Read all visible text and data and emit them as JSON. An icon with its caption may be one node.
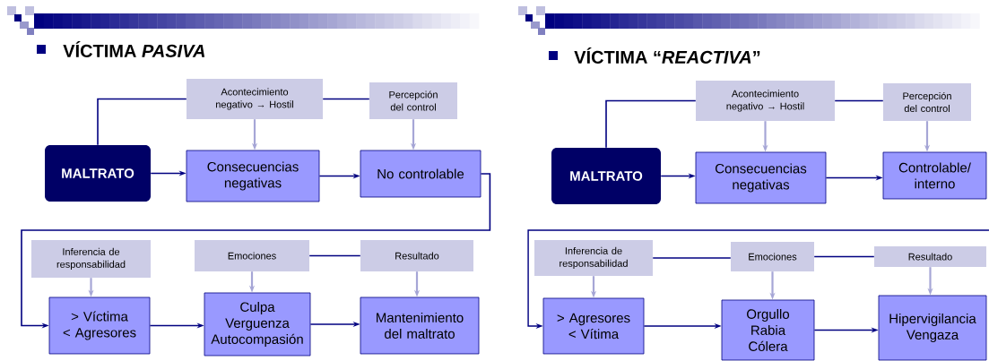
{
  "diagram": {
    "nodes": [
      {
        "text": [
          "MALTRATO"
        ]
      },
      {
        "text": [
          "Acontecimiento negativo → Hostil"
        ]
      },
      {
        "text": [
          "Percepción del control"
        ]
      },
      {
        "text": [
          "Consecuencias negativas"
        ]
      },
      {
        "text": [
          "No controlable"
        ]
      },
      {
        "text": [
          "Inferencia de responsabilidad"
        ]
      },
      {
        "text": [
          "Emociones"
        ]
      },
      {
        "text": [
          "Resultado"
        ]
      },
      {
        "text": [
          "> Víctima < Agresores"
        ]
      },
      {
        "text": [
          "Culpa Verguenza Autocompasión"
        ]
      },
      {
        "text": [
          "Mantenimiento del maltrato"
        ]
      },
      {
        "text": [
          "MALTRATO"
        ]
      },
      {
        "text": [
          "Acontecimiento negativo → Hostil"
        ]
      },
      {
        "text": [
          "Percepción del control"
        ]
      },
      {
        "text": [
          "Consecuencias negativas"
        ]
      },
      {
        "text": [
          "Controlable/ interno"
        ]
      },
      {
        "text": [
          "Inferencia de responsabilidad"
        ]
      },
      {
        "text": [
          "Emociones"
        ]
      },
      {
        "text": [
          "Resultado"
        ]
      },
      {
        "text": [
          "> Agresores < Vítima"
        ]
      },
      {
        "text": [
          "Orgullo Rabia Cólera"
        ]
      },
      {
        "text": [
          "Hipervigilancia Vengaza"
        ]
      }
    ],
    "edges": [
      {
        "from": 0,
        "to": 1,
        "arrow": "none"
      },
      {
        "from": 1,
        "to": 2,
        "arrow": "none"
      },
      {
        "from": 0,
        "to": 3,
        "arrow": "to"
      },
      {
        "from": 3,
        "to": 4,
        "arrow": "to"
      },
      {
        "from": 1,
        "to": 3,
        "arrow": "to",
        "color": "#a6a6d6"
      },
      {
        "from": 2,
        "to": 4,
        "arrow": "to",
        "color": "#a6a6d6"
      },
      {
        "from": 4,
        "to": 8,
        "arrow": "to"
      },
      {
        "from": 5,
        "to": 8,
        "arrow": "to",
        "color": "#a6a6d6"
      },
      {
        "from": 6,
        "to": 9,
        "arrow": "to",
        "color": "#a6a6d6"
      },
      {
        "from": 7,
        "to": 10,
        "arrow": "to",
        "color": "#a6a6d6"
      },
      {
        "from": 6,
        "to": 7,
        "arrow": "none"
      },
      {
        "from": 8,
        "to": 9,
        "arrow": "to"
      },
      {
        "from": 9,
        "to": 10,
        "arrow": "to"
      },
      {
        "from": 11,
        "to": 12,
        "arrow": "none"
      },
      {
        "from": 12,
        "to": 13,
        "arrow": "none"
      },
      {
        "from": 11,
        "to": 14,
        "arrow": "to"
      },
      {
        "from": 14,
        "to": 15,
        "arrow": "to"
      },
      {
        "from": 12,
        "to": 14,
        "arrow": "to",
        "color": "#a6a6d6"
      },
      {
        "from": 13,
        "to": 15,
        "arrow": "to",
        "color": "#a6a6d6"
      },
      {
        "from": null,
        "to": 19,
        "arrow": "to"
      },
      {
        "from": 16,
        "to": 19,
        "arrow": "to",
        "color": "#a6a6d6"
      },
      {
        "from": 17,
        "to": 20,
        "arrow": "to",
        "color": "#a6a6d6"
      },
      {
        "from": 18,
        "to": 21,
        "arrow": "to",
        "color": "#a6a6d6"
      },
      {
        "from": 16,
        "to": 17,
        "arrow": "none"
      },
      {
        "from": 17,
        "to": 18,
        "arrow": "none"
      },
      {
        "from": 19,
        "to": 20,
        "arrow": "to"
      },
      {
        "from": 20,
        "to": 21,
        "arrow": "to"
      }
    ],
    "labels": [
      "VÍCTIMA *PASIVA*",
      "VÍCTIMA “*REACTIVA*”"
    ]
  }
}
